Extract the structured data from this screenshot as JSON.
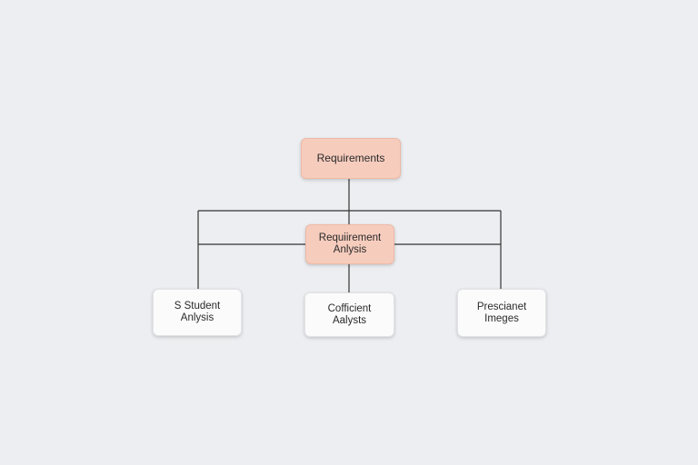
{
  "diagram": {
    "colors": {
      "background": "#eceef1",
      "primary_fill": "#f6ccbd",
      "secondary_fill": "#fbfbfb",
      "connector": "#333333"
    },
    "nodes": {
      "requirements": {
        "lines": [
          "Requirements"
        ]
      },
      "analysis": {
        "lines": [
          "Requiirement",
          "Anlysis"
        ]
      },
      "student": {
        "lines": [
          "S Student",
          "Anlysis"
        ]
      },
      "coefficient": {
        "lines": [
          "Cofficient",
          "Aalysts"
        ]
      },
      "prescient": {
        "lines": [
          "Prescianet",
          "Imeges"
        ]
      }
    }
  }
}
